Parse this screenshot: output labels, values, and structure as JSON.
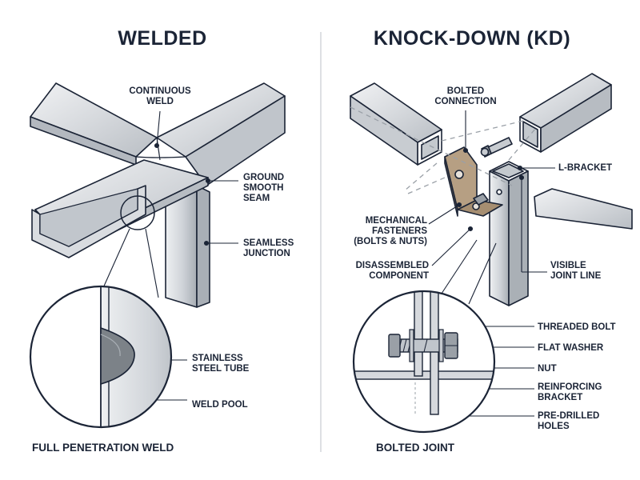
{
  "panels": {
    "welded": {
      "title": "WELDED",
      "caption": "FULL PENETRATION WELD",
      "labels": {
        "continuous_weld": [
          "CONTINUOUS",
          "WELD"
        ],
        "ground_smooth_seam": [
          "GROUND",
          "SMOOTH",
          "SEAM"
        ],
        "seamless_junction": [
          "SEAMLESS",
          "JUNCTION"
        ],
        "stainless_steel_tube": [
          "STAINLESS",
          "STEEL TUBE"
        ],
        "weld_pool": [
          "WELD POOL"
        ]
      }
    },
    "knockdown": {
      "title": "KNOCK-DOWN (KD)",
      "caption": "BOLTED JOINT",
      "labels": {
        "bolted_connection": [
          "BOLTED",
          "CONNECTION"
        ],
        "l_bracket": [
          "L-BRACKET"
        ],
        "mechanical_fasteners": [
          "MECHANICAL",
          "FASTENERS",
          "(BOLTS & NUTS)"
        ],
        "disassembled_component": [
          "DISASSEMBLED",
          "COMPONENT"
        ],
        "visible_joint_line": [
          "VISIBLE",
          "JOINT LINE"
        ],
        "threaded_bolt": [
          "THREADED BOLT"
        ],
        "flat_washer": [
          "FLAT WASHER"
        ],
        "nut": [
          "NUT"
        ],
        "reinforcing_bracket": [
          "REINFORCING",
          "BRACKET"
        ],
        "pre_drilled_holes": [
          "PRE-DRILLED",
          "HOLES"
        ]
      }
    }
  },
  "colors": {
    "ink": "#1b2436",
    "steel_light": "#e6e8eb",
    "steel_mid": "#c7cbd0",
    "steel_dark": "#9aa0a7",
    "weld": "#7c8288",
    "divider": "#c9ccd1"
  }
}
